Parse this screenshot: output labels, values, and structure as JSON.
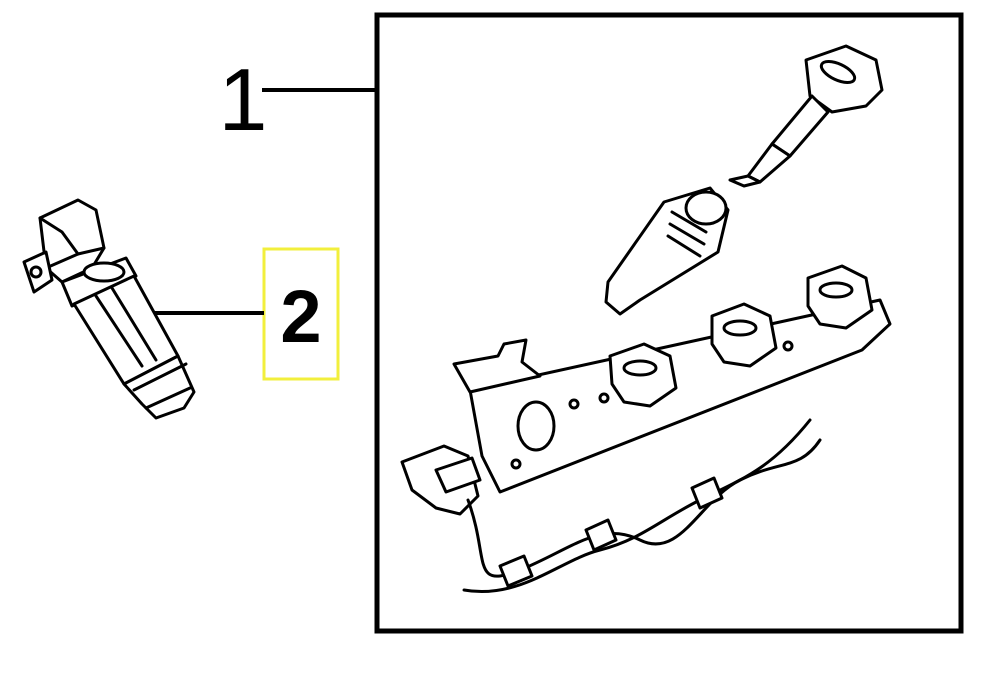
{
  "diagram": {
    "callouts": [
      {
        "label": "1",
        "part": "ignition-coil-assembly"
      },
      {
        "label": "2",
        "part": "ignition-coil"
      }
    ],
    "highlight_color": "#f2ef3c",
    "line_color": "#000000",
    "background": "#ffffff"
  }
}
